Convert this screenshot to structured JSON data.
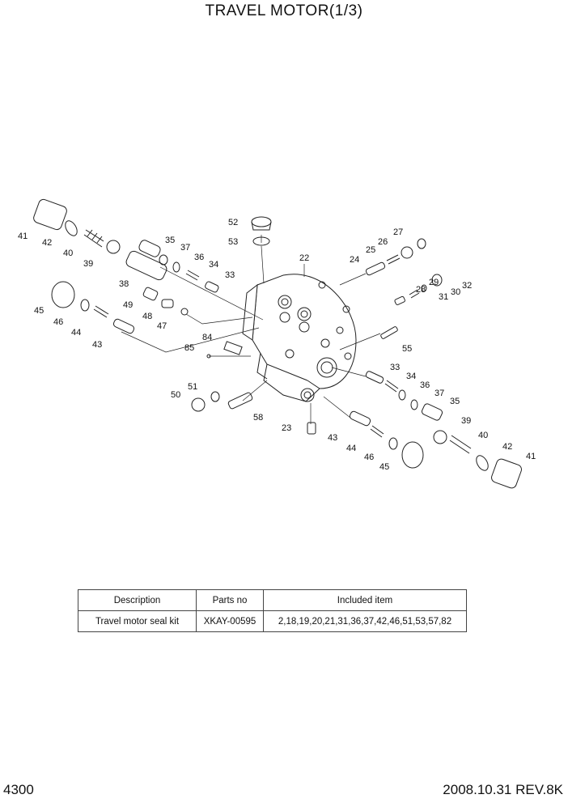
{
  "page_title": "TRAVEL MOTOR(1/3)",
  "part_labels": [
    "41",
    "42",
    "40",
    "39",
    "35",
    "37",
    "36",
    "34",
    "33",
    "38",
    "45",
    "46",
    "44",
    "43",
    "49",
    "48",
    "47",
    "84",
    "85",
    "52",
    "53",
    "22",
    "24",
    "25",
    "26",
    "27",
    "28",
    "29",
    "31",
    "30",
    "32",
    "55",
    "33",
    "34",
    "36",
    "37",
    "35",
    "39",
    "40",
    "42",
    "41",
    "50",
    "51",
    "58",
    "23",
    "43",
    "44",
    "46",
    "45"
  ],
  "kit_table": {
    "headers": [
      "Description",
      "Parts no",
      "Included item"
    ],
    "rows": [
      {
        "description": "Travel motor seal kit",
        "parts_no": "XKAY-00595",
        "included": "2,18,19,20,21,31,36,37,42,46,51,53,57,82"
      }
    ]
  },
  "footer": {
    "page_number": "4300",
    "revision": "2008.10.31  REV.8K"
  }
}
